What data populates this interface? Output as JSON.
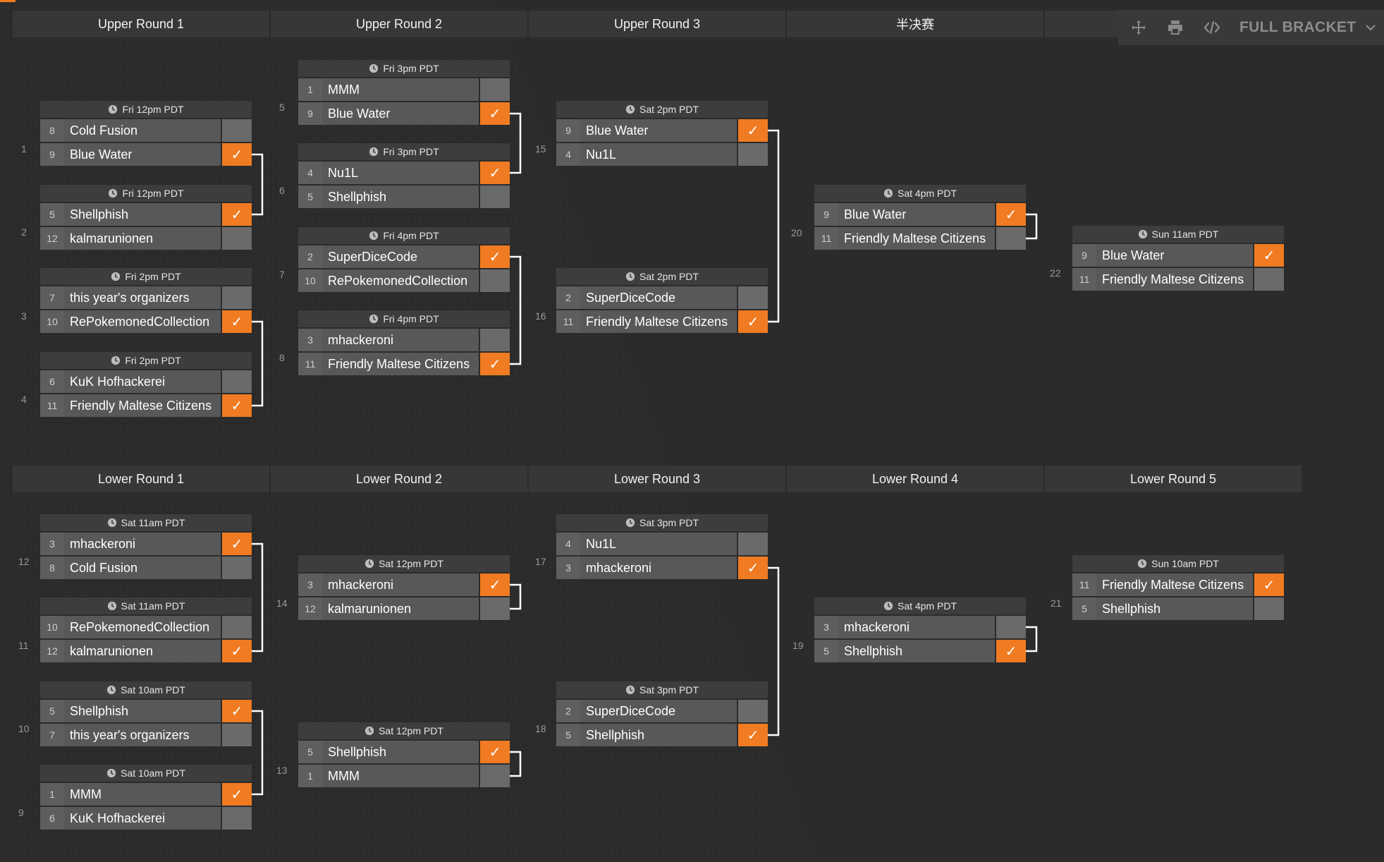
{
  "toolbar": {
    "icons": [
      "move-icon",
      "print-icon",
      "code-icon"
    ],
    "bracket_view": "FULL BRACKET"
  },
  "upper_headers": [
    "Upper Round 1",
    "Upper Round 2",
    "Upper Round 3",
    "半决赛",
    ""
  ],
  "lower_headers": [
    "Lower Round 1",
    "Lower Round 2",
    "Lower Round 3",
    "Lower Round 4",
    "Lower Round 5"
  ],
  "colors": {
    "accent": "#f07b22",
    "background": "#2b2b2b",
    "line": "#ffffff"
  },
  "matches": [
    {
      "num": "1",
      "time": "Fri 12pm PDT",
      "teams": [
        {
          "seed": "8",
          "name": "Cold Fusion",
          "won": false
        },
        {
          "seed": "9",
          "name": "Blue Water",
          "won": true
        }
      ]
    },
    {
      "num": "2",
      "time": "Fri 12pm PDT",
      "teams": [
        {
          "seed": "5",
          "name": "Shellphish",
          "won": true
        },
        {
          "seed": "12",
          "name": "kalmarunionen",
          "won": false
        }
      ]
    },
    {
      "num": "3",
      "time": "Fri 2pm PDT",
      "teams": [
        {
          "seed": "7",
          "name": "this year's organizers",
          "won": false
        },
        {
          "seed": "10",
          "name": "RePokemonedCollection",
          "won": true
        }
      ]
    },
    {
      "num": "4",
      "time": "Fri 2pm PDT",
      "teams": [
        {
          "seed": "6",
          "name": "KuK Hofhackerei",
          "won": false
        },
        {
          "seed": "11",
          "name": "Friendly Maltese Citizens",
          "won": true
        }
      ]
    },
    {
      "num": "5",
      "time": "Fri 3pm PDT",
      "teams": [
        {
          "seed": "1",
          "name": "MMM",
          "won": false
        },
        {
          "seed": "9",
          "name": "Blue Water",
          "won": true
        }
      ]
    },
    {
      "num": "6",
      "time": "Fri 3pm PDT",
      "teams": [
        {
          "seed": "4",
          "name": "Nu1L",
          "won": true
        },
        {
          "seed": "5",
          "name": "Shellphish",
          "won": false
        }
      ]
    },
    {
      "num": "7",
      "time": "Fri 4pm PDT",
      "teams": [
        {
          "seed": "2",
          "name": "SuperDiceCode",
          "won": true
        },
        {
          "seed": "10",
          "name": "RePokemonedCollection",
          "won": false
        }
      ]
    },
    {
      "num": "8",
      "time": "Fri 4pm PDT",
      "teams": [
        {
          "seed": "3",
          "name": "mhackeroni",
          "won": false
        },
        {
          "seed": "11",
          "name": "Friendly Maltese Citizens",
          "won": true
        }
      ]
    },
    {
      "num": "15",
      "time": "Sat 2pm PDT",
      "teams": [
        {
          "seed": "9",
          "name": "Blue Water",
          "won": true
        },
        {
          "seed": "4",
          "name": "Nu1L",
          "won": false
        }
      ]
    },
    {
      "num": "16",
      "time": "Sat 2pm PDT",
      "teams": [
        {
          "seed": "2",
          "name": "SuperDiceCode",
          "won": false
        },
        {
          "seed": "11",
          "name": "Friendly Maltese Citizens",
          "won": true
        }
      ]
    },
    {
      "num": "20",
      "time": "Sat 4pm PDT",
      "teams": [
        {
          "seed": "9",
          "name": "Blue Water",
          "won": true
        },
        {
          "seed": "11",
          "name": "Friendly Maltese Citizens",
          "won": false
        }
      ]
    },
    {
      "num": "22",
      "time": "Sun 11am PDT",
      "teams": [
        {
          "seed": "9",
          "name": "Blue Water",
          "won": true
        },
        {
          "seed": "11",
          "name": "Friendly Maltese Citizens",
          "won": false
        }
      ]
    },
    {
      "num": "12",
      "time": "Sat 11am PDT",
      "teams": [
        {
          "seed": "3",
          "name": "mhackeroni",
          "won": true
        },
        {
          "seed": "8",
          "name": "Cold Fusion",
          "won": false
        }
      ]
    },
    {
      "num": "11",
      "time": "Sat 11am PDT",
      "teams": [
        {
          "seed": "10",
          "name": "RePokemonedCollection",
          "won": false
        },
        {
          "seed": "12",
          "name": "kalmarunionen",
          "won": true
        }
      ]
    },
    {
      "num": "10",
      "time": "Sat 10am PDT",
      "teams": [
        {
          "seed": "5",
          "name": "Shellphish",
          "won": true
        },
        {
          "seed": "7",
          "name": "this year's organizers",
          "won": false
        }
      ]
    },
    {
      "num": "9",
      "time": "Sat 10am PDT",
      "teams": [
        {
          "seed": "1",
          "name": "MMM",
          "won": true
        },
        {
          "seed": "6",
          "name": "KuK Hofhackerei",
          "won": false
        }
      ]
    },
    {
      "num": "14",
      "time": "Sat 12pm PDT",
      "teams": [
        {
          "seed": "3",
          "name": "mhackeroni",
          "won": true
        },
        {
          "seed": "12",
          "name": "kalmarunionen",
          "won": false
        }
      ]
    },
    {
      "num": "13",
      "time": "Sat 12pm PDT",
      "teams": [
        {
          "seed": "5",
          "name": "Shellphish",
          "won": true
        },
        {
          "seed": "1",
          "name": "MMM",
          "won": false
        }
      ]
    },
    {
      "num": "17",
      "time": "Sat 3pm PDT",
      "teams": [
        {
          "seed": "4",
          "name": "Nu1L",
          "won": false
        },
        {
          "seed": "3",
          "name": "mhackeroni",
          "won": true
        }
      ]
    },
    {
      "num": "18",
      "time": "Sat 3pm PDT",
      "teams": [
        {
          "seed": "2",
          "name": "SuperDiceCode",
          "won": false
        },
        {
          "seed": "5",
          "name": "Shellphish",
          "won": true
        }
      ]
    },
    {
      "num": "19",
      "time": "Sat 4pm PDT",
      "teams": [
        {
          "seed": "3",
          "name": "mhackeroni",
          "won": false
        },
        {
          "seed": "5",
          "name": "Shellphish",
          "won": true
        }
      ]
    },
    {
      "num": "21",
      "time": "Sun 10am PDT",
      "teams": [
        {
          "seed": "11",
          "name": "Friendly Maltese Citizens",
          "won": true
        },
        {
          "seed": "5",
          "name": "Shellphish",
          "won": false
        }
      ]
    }
  ]
}
